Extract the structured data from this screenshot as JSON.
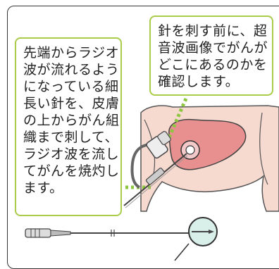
{
  "left_callout": {
    "lines": [
      "先端からラジオ",
      "波が流れるよう",
      "になっている細",
      "長い針を、皮膚",
      "の上からがん組",
      "織まで刺して、",
      "ラジオ波を流し",
      "てがんを焼灼し",
      "ます。"
    ]
  },
  "right_callout": {
    "lines": [
      "針を刺す前に、超",
      "音波画像でがんが",
      "どこにあるのかを",
      "確認します。"
    ]
  },
  "colors": {
    "callout_border": "#a9cc4a",
    "dotted_leader": "#8dc63f",
    "skin": "#f6d9cf",
    "liver": "#e88f8f",
    "tumor": "#f4c9c9",
    "lens": "#d9efe9"
  }
}
